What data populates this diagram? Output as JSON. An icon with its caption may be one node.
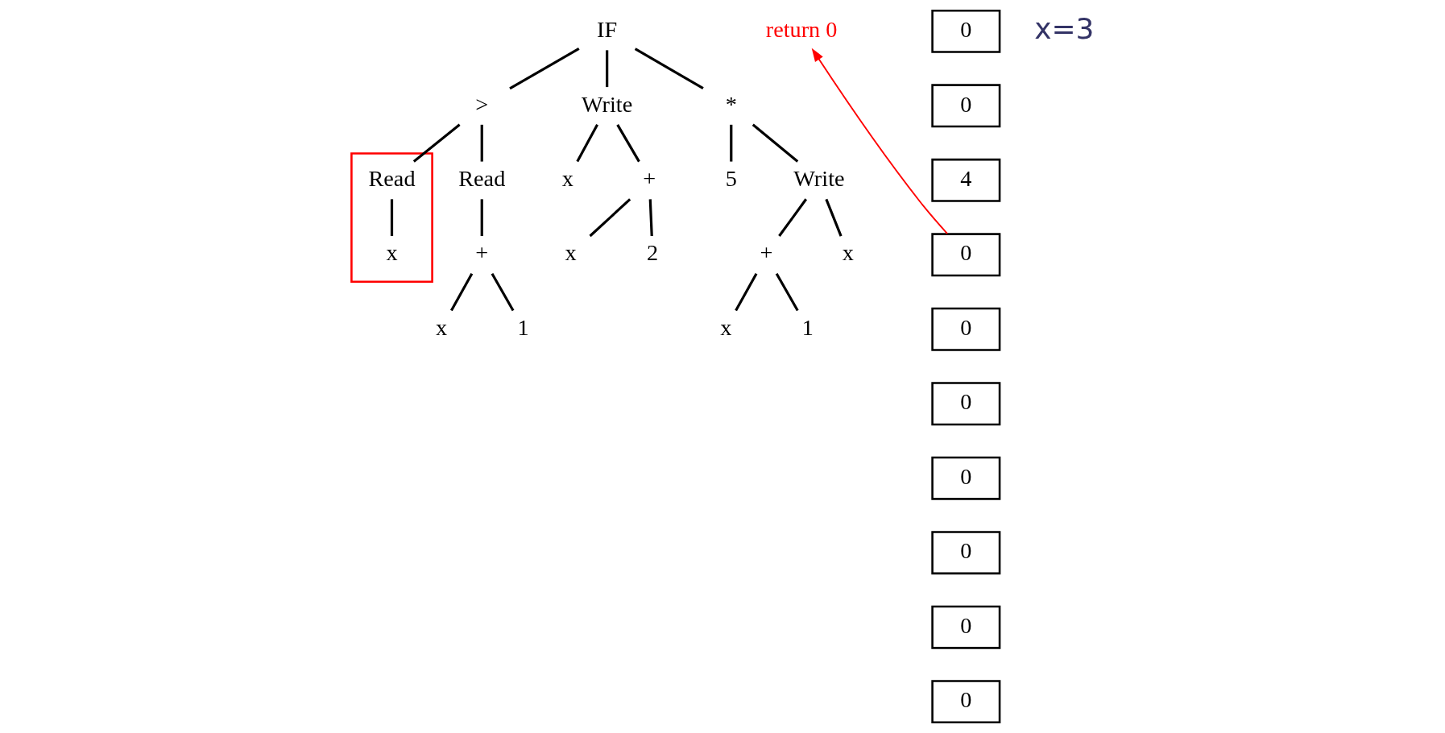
{
  "diagram": {
    "nodes": [
      {
        "text": [
          "IF"
        ]
      },
      {
        "text": [
          ">"
        ]
      },
      {
        "text": [
          "Write"
        ]
      },
      {
        "text": [
          "*"
        ]
      },
      {
        "text": [],
        "shape": "box"
      },
      {
        "text": [
          "Read"
        ],
        "in": 4
      },
      {
        "text": [
          "x"
        ],
        "in": 4
      },
      {
        "text": [
          "Read"
        ]
      },
      {
        "text": [
          "+"
        ]
      },
      {
        "text": [
          "x"
        ]
      },
      {
        "text": [
          "1"
        ]
      },
      {
        "text": [
          "x"
        ]
      },
      {
        "text": [
          "+"
        ]
      },
      {
        "text": [
          "x"
        ]
      },
      {
        "text": [
          "2"
        ]
      },
      {
        "text": [
          "5"
        ]
      },
      {
        "text": [
          "Write"
        ]
      },
      {
        "text": [
          "+"
        ]
      },
      {
        "text": [
          "x"
        ]
      },
      {
        "text": [
          "x"
        ]
      },
      {
        "text": [
          "1"
        ]
      },
      {
        "text": [
          "return 0"
        ]
      },
      {
        "text": [
          "0"
        ]
      },
      {
        "text": [
          "0"
        ]
      },
      {
        "text": [
          "4"
        ]
      },
      {
        "text": [
          "0"
        ]
      },
      {
        "text": [
          "0"
        ]
      },
      {
        "text": [
          "0"
        ]
      },
      {
        "text": [
          "0"
        ]
      },
      {
        "text": [
          "0"
        ]
      },
      {
        "text": [
          "0"
        ]
      },
      {
        "text": [
          "0"
        ]
      }
    ],
    "edges": [
      {
        "from": 0,
        "to": 1,
        "arrow": "none"
      },
      {
        "from": 0,
        "to": 2,
        "arrow": "none"
      },
      {
        "from": 0,
        "to": 3,
        "arrow": "none"
      },
      {
        "from": 1,
        "to": 5,
        "arrow": "none"
      },
      {
        "from": 1,
        "to": 7,
        "arrow": "none"
      },
      {
        "from": 5,
        "to": 6,
        "arrow": "none"
      },
      {
        "from": 7,
        "to": 8,
        "arrow": "none"
      },
      {
        "from": 8,
        "to": 9,
        "arrow": "none"
      },
      {
        "from": 8,
        "to": 10,
        "arrow": "none"
      },
      {
        "from": 2,
        "to": 11,
        "arrow": "none"
      },
      {
        "from": 2,
        "to": 12,
        "arrow": "none"
      },
      {
        "from": 12,
        "to": 13,
        "arrow": "none"
      },
      {
        "from": 12,
        "to": 14,
        "arrow": "none"
      },
      {
        "from": 3,
        "to": 15,
        "arrow": "none"
      },
      {
        "from": 3,
        "to": 16,
        "arrow": "none"
      },
      {
        "from": 16,
        "to": 17,
        "arrow": "none"
      },
      {
        "from": 16,
        "to": 18,
        "arrow": "none"
      },
      {
        "from": 17,
        "to": 19,
        "arrow": "none"
      },
      {
        "from": 17,
        "to": 20,
        "arrow": "none"
      },
      {
        "from": 25,
        "to": 21,
        "arrow": "to",
        "color": "#ff0000"
      }
    ],
    "labels": [
      "x=3"
    ]
  }
}
